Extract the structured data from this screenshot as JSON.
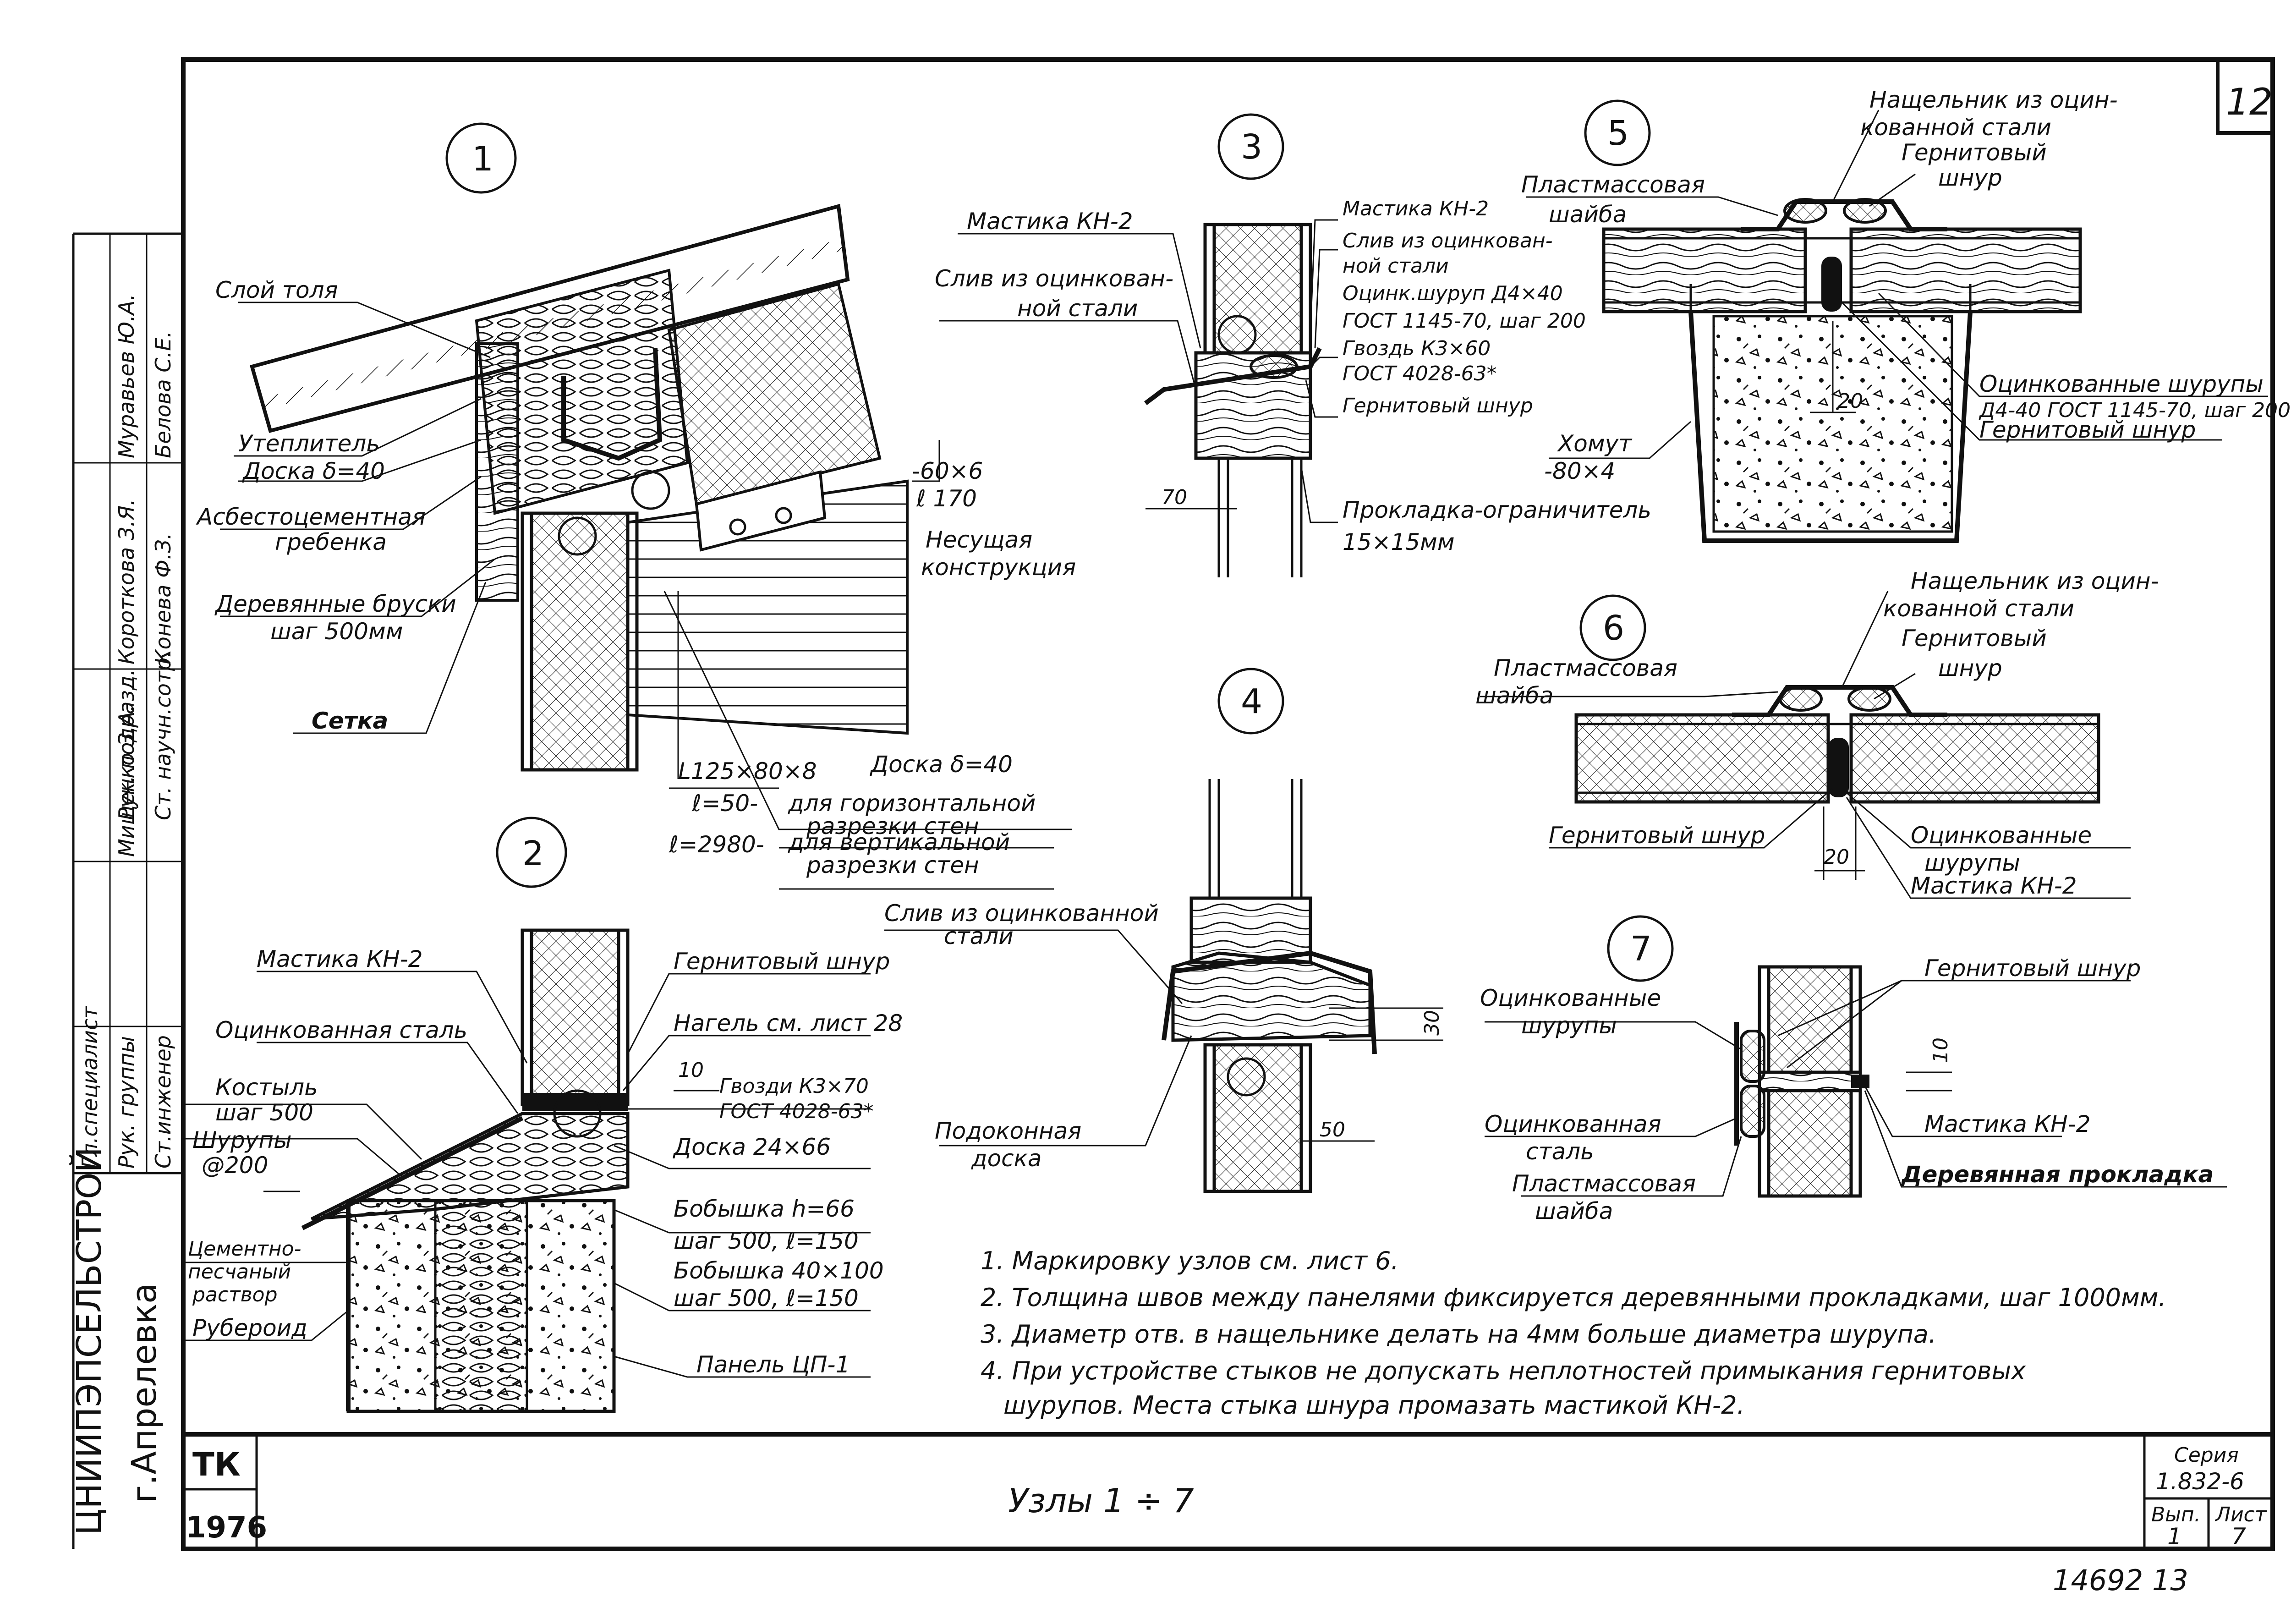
{
  "sheet": {
    "number": "12",
    "bottom_right_number": "14692   13",
    "side_org": "ЦНИИПЭПСЕЛЬСТРОЙ",
    "side_city": "г.Апрелевка",
    "roles": [
      "Гл.специалист",
      "Рук. группы",
      "Ст.инженер",
      "Рук. подразд.",
      "Ст. научн.сотр."
    ],
    "names": [
      "Мищенко З.А.",
      "Короткова З.Я.",
      "Конева Ф.З.",
      "Муравьев Ю.А.",
      "Белова С.Е."
    ],
    "stamp_tk": "ТК",
    "stamp_year": "1976",
    "title": "Узлы 1 ÷ 7",
    "series_label": "Серия",
    "series_value": "1.832-6",
    "issue_label": "Вып.",
    "issue_value": "1",
    "sheet_label": "Лист",
    "sheet_value": "7"
  },
  "nodes": [
    "1",
    "2",
    "3",
    "4",
    "5",
    "6",
    "7"
  ],
  "node1": {
    "sloy_tolya": "Слой толя",
    "uteplitel": "Утеплитель",
    "doska40": "Доска δ=40",
    "asbest1": "Асбестоцементная",
    "asbest2": "гребенка",
    "bruski1": "Деревянные бруски",
    "bruski2": "шаг 500мм",
    "setka": "Сетка",
    "plate1": "-60×6",
    "plate2": "ℓ 170",
    "nesush1": "Несущая",
    "nesush2": "конструкция",
    "ugol1": "L125×80×8",
    "ugol2": "ℓ=50-",
    "ugol3": "ℓ=2980-",
    "doska_b": "Доска δ=40",
    "hor1": "для горизонтальной",
    "hor2": "разрезки стен",
    "ver1": "для вертикальной",
    "ver2": "разрезки стен"
  },
  "node2": {
    "mastika": "Мастика КН-2",
    "ocink_stal": "Оцинкованная сталь",
    "kastyl1": "Костыль",
    "kastyl2": "шаг 500",
    "shurupy1": "Шурупы",
    "shurupy2": "@200",
    "cement1": "Цементно-",
    "cement2": "песчаный",
    "cement3": "раствор",
    "ruberoid": "Рубероид",
    "gernit": "Гернитовый шнур",
    "nagel": "Нагель см. лист 28",
    "gvozdi1": "Гвозди К3×70",
    "gvozdi2": "ГОСТ 4028-63*",
    "doska": "Доска 24×66",
    "bob1a": "Бобышка h=66",
    "bob1b": "шаг 500, ℓ=150",
    "bob2a": "Бобышка 40×100",
    "bob2b": "шаг 500, ℓ=150",
    "panel": "Панель ЦП-1",
    "dim10": "10"
  },
  "node3": {
    "mastika_l": "Мастика КН-2",
    "sliv_l1": "Слив из оцинкован-",
    "sliv_l2": "ной стали",
    "mastika_r": "Мастика КН-2",
    "sliv_r1": "Слив из оцинкован-",
    "sliv_r2": "ной стали",
    "shurup1": "Оцинк.шуруп Д4×40",
    "shurup2": "ГОСТ 1145-70, шаг 200",
    "gvozd1": "Гвоздь К3×60",
    "gvozd2": "ГОСТ 4028-63*",
    "gernit": "Гернитовый шнур",
    "prokl1": "Прокладка-ограничитель",
    "prokl2": "15×15мм",
    "dim70": "70"
  },
  "node4": {
    "sliv1": "Слив из оцинкованной",
    "sliv2": "стали",
    "podok1": "Подоконная",
    "podok2": "доска",
    "dim30": "30",
    "dim50": "50"
  },
  "node5": {
    "nash1": "Нащельник из оцин-",
    "nash2": "кованной стали",
    "gern1": "Гернитовый",
    "gern2": "шнур",
    "plast1": "Пластмассовая",
    "plast2": "шайба",
    "shur1": "Оцинкованные шурупы",
    "shur2": "Д4-40 ГОСТ 1145-70, шаг 200",
    "gern_b": "Гернитовый шнур",
    "hom1": "Хомут",
    "hom2": "-80×4",
    "dim20": "20"
  },
  "node6": {
    "nash1": "Нащельник из оцин-",
    "nash2": "кованной стали",
    "gern1": "Гернитовый",
    "gern2": "шнур",
    "plast1": "Пластмассовая",
    "plast2": "шайба",
    "gern_l": "Гернитовый шнур",
    "shur1": "Оцинкованные",
    "shur2": "шурупы",
    "mastika": "Мастика КН-2",
    "dim20": "20"
  },
  "node7": {
    "shur1": "Оцинкованные",
    "shur2": "шурупы",
    "gernit": "Гернитовый шнур",
    "ocink1": "Оцинкованная",
    "ocink2": "сталь",
    "plast1": "Пластмассовая",
    "plast2": "шайба",
    "mastika": "Мастика КН-2",
    "prokl": "Деревянная прокладка",
    "dim10": "10"
  },
  "notes": [
    "1. Маркировку узлов см. лист 6.",
    "2. Толщина швов между панелями фиксируется деревянными прокладками, шаг 1000мм.",
    "3. Диаметр отв. в нащельнике делать на 4мм больше диаметра шурупа.",
    "4. При устройстве стыков не допускать неплотностей примыкания гернитовых",
    "шурупов. Места стыка шнура промазать мастикой КН-2."
  ]
}
